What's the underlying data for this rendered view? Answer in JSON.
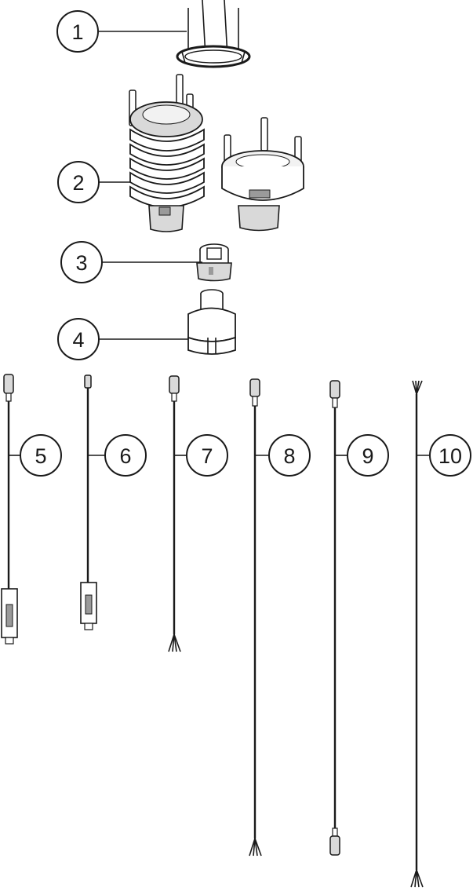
{
  "diagram": {
    "callouts": [
      {
        "id": 1,
        "label": "1"
      },
      {
        "id": 2,
        "label": "2"
      },
      {
        "id": 3,
        "label": "3"
      },
      {
        "id": 4,
        "label": "4"
      },
      {
        "id": 5,
        "label": "5"
      },
      {
        "id": 6,
        "label": "6"
      },
      {
        "id": 7,
        "label": "7"
      },
      {
        "id": 8,
        "label": "8"
      },
      {
        "id": 9,
        "label": "9"
      },
      {
        "id": 10,
        "label": "10"
      }
    ],
    "parts": [
      {
        "callout": "1",
        "icon": "mounting-ring-icon"
      },
      {
        "callout": "2",
        "icon": "radiation-shield-icon"
      },
      {
        "callout": "3",
        "icon": "sensor-clip-icon"
      },
      {
        "callout": "4",
        "icon": "adapter-sleeve-icon"
      },
      {
        "callout": "5",
        "icon": "cable-usb-icon"
      },
      {
        "callout": "6",
        "icon": "cable-usb-icon"
      },
      {
        "callout": "7",
        "icon": "cable-pigtail-icon"
      },
      {
        "callout": "8",
        "icon": "cable-pigtail-icon"
      },
      {
        "callout": "9",
        "icon": "extension-cable-icon"
      },
      {
        "callout": "10",
        "icon": "cable-pigtail-icon"
      }
    ],
    "colors": {
      "line": "#1a1a1a",
      "fill_light": "#f2f2f2",
      "fill_mid": "#d9d9d9",
      "fill_dark": "#9a9a9a"
    }
  }
}
